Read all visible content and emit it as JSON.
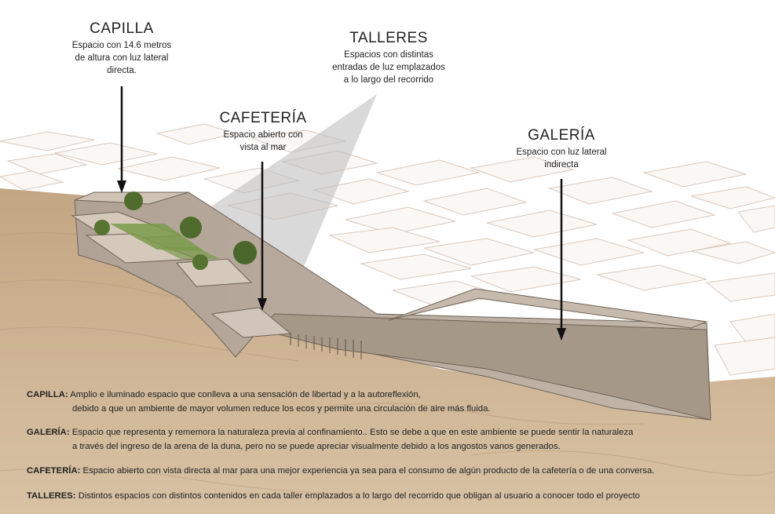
{
  "labels": {
    "capilla": {
      "title": "CAPILLA",
      "desc": [
        "Espacio con 14.6 metros",
        "de altura con luz lateral",
        "directa."
      ]
    },
    "talleres": {
      "title": "TALLERES",
      "desc": [
        "Espacios con distintas",
        "entradas de luz emplazados",
        "a lo largo del recorrido"
      ]
    },
    "cafeteria": {
      "title": "CAFETERÍA",
      "desc": [
        "Espacio abierto con",
        "vista al mar"
      ]
    },
    "galeria": {
      "title": "GALERÍA",
      "desc": [
        "Espacio con luz lateral",
        "indirecta"
      ]
    }
  },
  "descriptions": [
    {
      "term": "CAPILLA:",
      "line1": "Amplio e iluminado espacio que conlleva a una sensación de libertad y a la autoreflexión,",
      "line2": "debido a que un ambiente de mayor volumen reduce los ecos y permite una circulación de aire más fluida."
    },
    {
      "term": "GALERÍA:",
      "line1": "Espacio que representa y rememora la naturaleza previa al confinamiento.. Esto se debe a que en este ambiente se puede sentir la naturaleza",
      "line2": "a través del ingreso de la arena de la duna, pero no se puede apreciar visualmente debido a los angostos vanos generados."
    },
    {
      "term": "CAFETERÍA:",
      "line1": "Espacio abierto con vista directa al mar para una mejor experiencia ya sea para el consumo de algún producto de la cafetería o de una conversa.",
      "line2": ""
    },
    {
      "term": "TALLERES:",
      "line1": "Distintos espacios con distintos contenidos en cada taller emplazados a lo largo del recorrido que obligan al usuario a conocer  todo el proyecto",
      "line2": ""
    }
  ],
  "colors": {
    "sand": "#c9ad8a",
    "concrete": "#b7aa9b",
    "city_line": "#d9c9bc",
    "tree": "#4f6b2e",
    "text": "#222222"
  }
}
